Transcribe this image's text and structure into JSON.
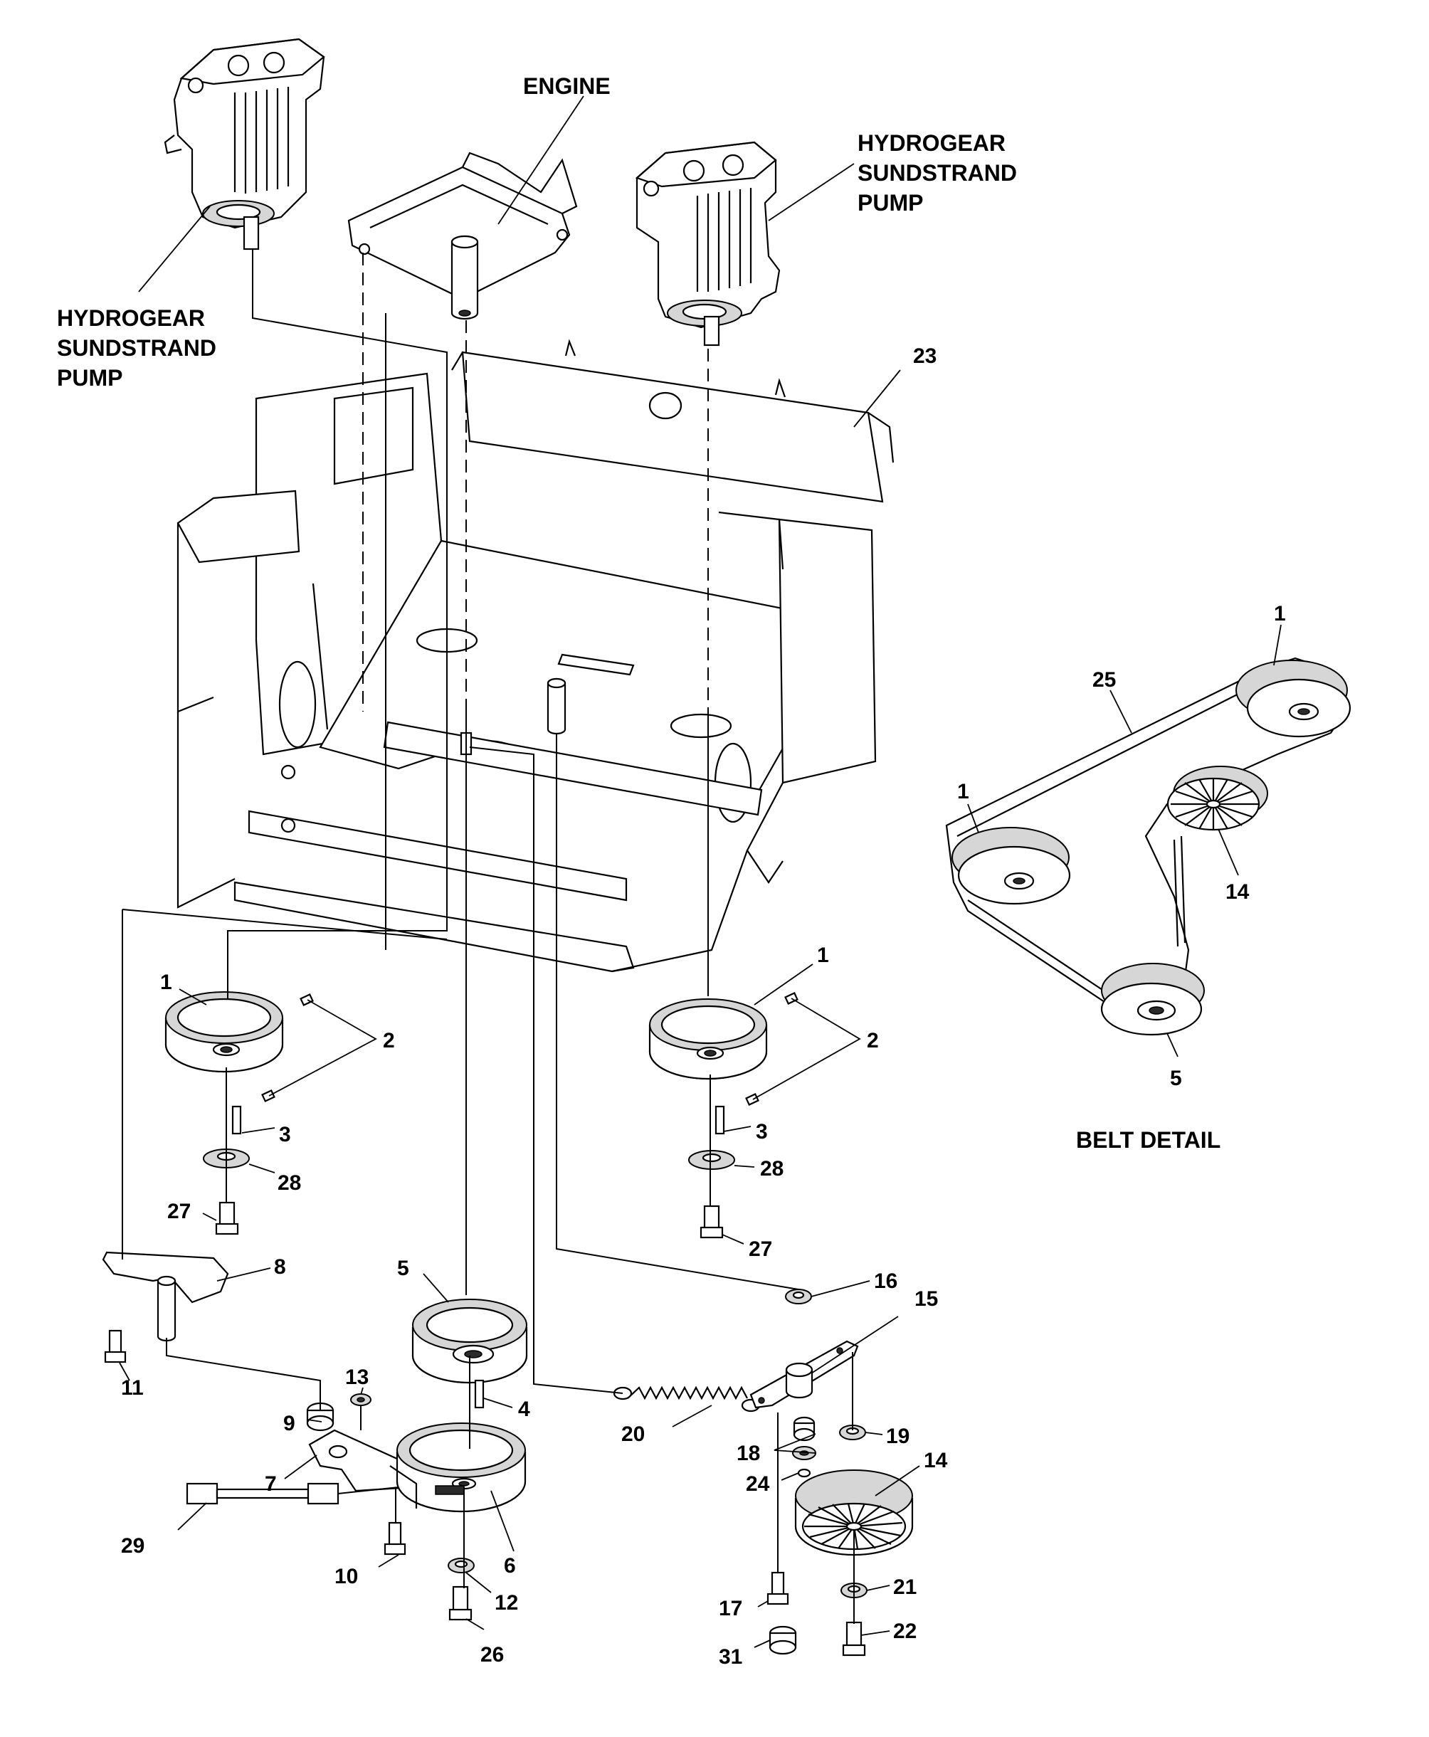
{
  "labels": {
    "engine": "ENGINE",
    "pump_left": [
      "HYDROGEAR",
      "SUNDSTRAND",
      "PUMP"
    ],
    "pump_right": [
      "HYDROGEAR",
      "SUNDSTRAND",
      "PUMP"
    ],
    "belt_detail": "BELT DETAIL"
  },
  "callouts": {
    "c23": "23",
    "c1a": "1",
    "c2a": "2",
    "c3a": "3",
    "c28a": "28",
    "c27a": "27",
    "c1b": "1",
    "c2b": "2",
    "c3b": "3",
    "c28b": "28",
    "c27b": "27",
    "c8": "8",
    "c11": "11",
    "c9": "9",
    "c13": "13",
    "c7": "7",
    "c5": "5",
    "c4": "4",
    "c6": "6",
    "c10": "10",
    "c12": "12",
    "c26": "26",
    "c29": "29",
    "c20": "20",
    "c16": "16",
    "c15": "15",
    "c18": "18",
    "c24": "24",
    "c19": "19",
    "c14": "14",
    "c21": "21",
    "c22": "22",
    "c17": "17",
    "c31": "31",
    "bd1a": "1",
    "bd25": "25",
    "bd1b": "1",
    "bd14": "14",
    "bd5": "5"
  }
}
